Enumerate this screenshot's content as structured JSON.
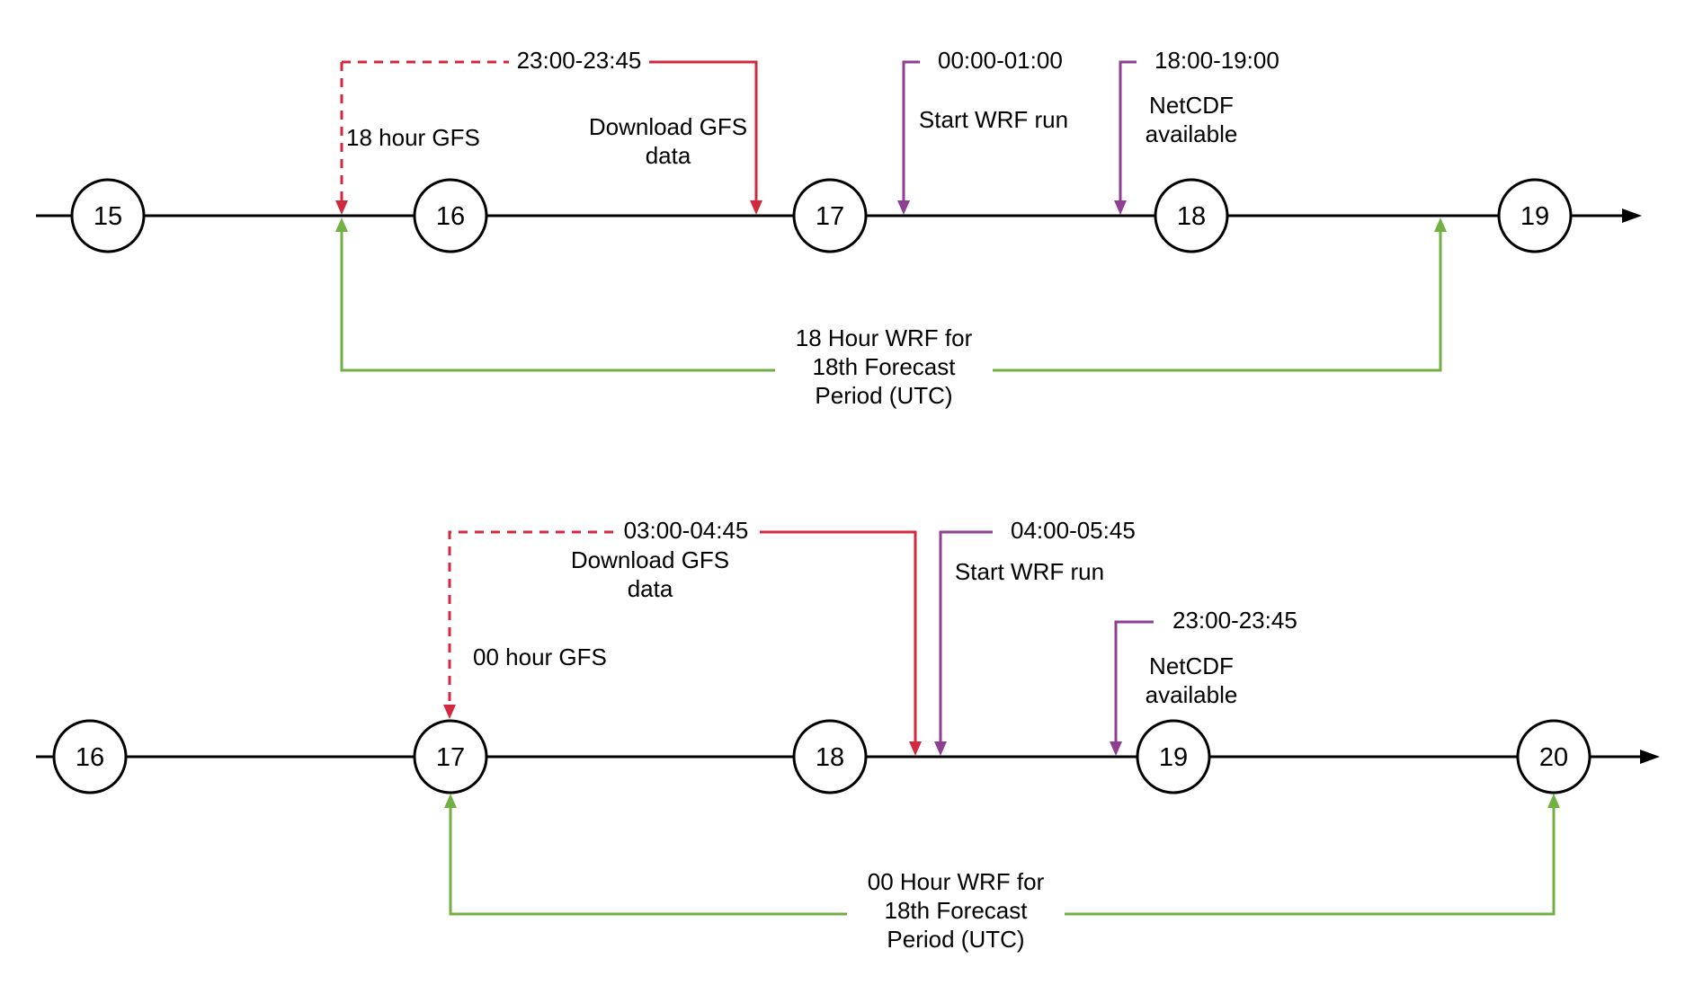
{
  "colors": {
    "timeline": "#000000",
    "download": "#d1293d",
    "wrf": "#8e3f91",
    "forecast": "#72b043"
  },
  "top": {
    "nodes": [
      "15",
      "16",
      "17",
      "18",
      "19"
    ],
    "gfs_label": "18 hour GFS",
    "download_time": "23:00-23:45",
    "download_label": [
      "Download GFS",
      "data"
    ],
    "wrf_time": "00:00-01:00",
    "wrf_label": "Start WRF run",
    "netcdf_time": "18:00-19:00",
    "netcdf_label": [
      "NetCDF",
      "available"
    ],
    "forecast_label": [
      "18 Hour WRF for",
      "18th Forecast",
      "Period (UTC)"
    ]
  },
  "bottom": {
    "nodes": [
      "16",
      "17",
      "18",
      "19",
      "20"
    ],
    "gfs_label": "00 hour GFS",
    "download_time": "03:00-04:45",
    "download_label": [
      "Download GFS",
      "data"
    ],
    "wrf_time": "04:00-05:45",
    "wrf_label": "Start WRF run",
    "netcdf_time": "23:00-23:45",
    "netcdf_label": [
      "NetCDF",
      "available"
    ],
    "forecast_label": [
      "00 Hour WRF for",
      "18th Forecast",
      "Period (UTC)"
    ]
  }
}
